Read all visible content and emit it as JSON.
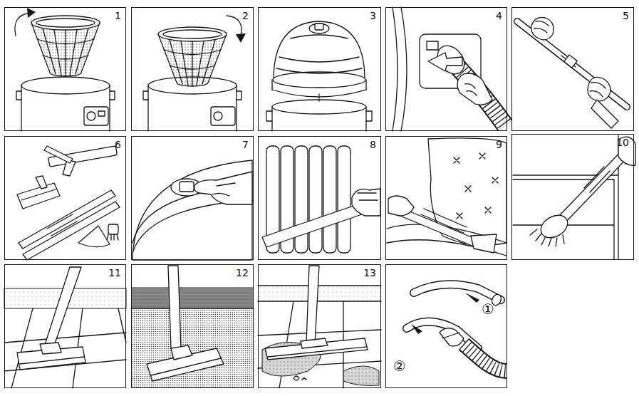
{
  "diagram": {
    "nodes": [
      {
        "text": [
          "1"
        ]
      },
      {
        "text": [
          "2"
        ]
      },
      {
        "text": [
          "3"
        ]
      },
      {
        "text": [
          "4"
        ]
      },
      {
        "text": [
          "5"
        ]
      },
      {
        "text": [
          "6"
        ]
      },
      {
        "text": [
          "7"
        ]
      },
      {
        "text": [
          "8"
        ]
      },
      {
        "text": [
          "9"
        ]
      },
      {
        "text": [
          "10"
        ]
      },
      {
        "text": [
          "11"
        ]
      },
      {
        "text": [
          "12"
        ]
      },
      {
        "text": [
          "13"
        ]
      },
      {
        "text": [
          "①",
          "②"
        ]
      }
    ]
  }
}
